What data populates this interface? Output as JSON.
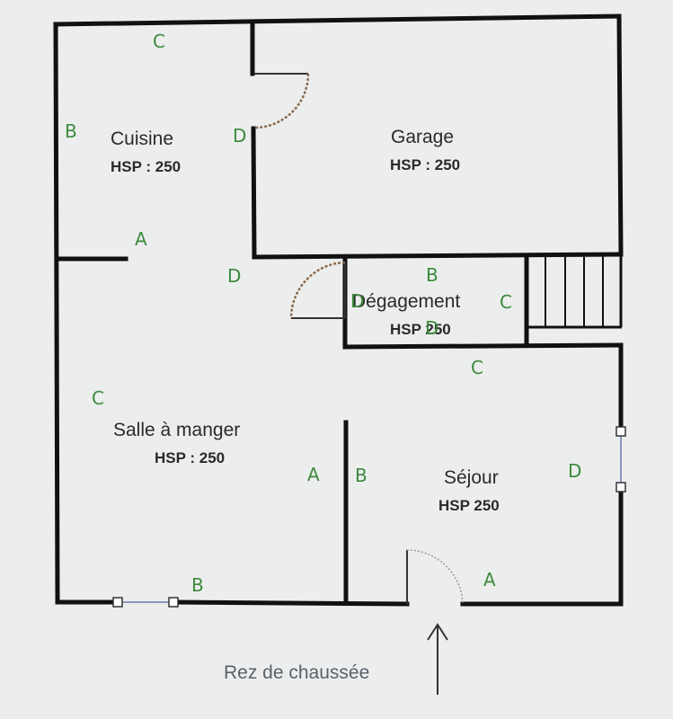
{
  "caption": "Rez de chaussée",
  "rooms": {
    "cuisine": {
      "name": "Cuisine",
      "hsp": "HSP : 250"
    },
    "garage": {
      "name": "Garage",
      "hsp": "HSP : 250"
    },
    "degagement": {
      "name": "Dégagement",
      "hsp": "HSP 250"
    },
    "salle": {
      "name": "Salle à manger",
      "hsp": "HSP : 250"
    },
    "sejour": {
      "name": "Séjour",
      "hsp": "HSP 250"
    }
  },
  "wall_labels": {
    "cuisine_top": "C",
    "cuisine_left": "B",
    "cuisine_right": "D",
    "cuisine_bottom": "A",
    "hall_d": "D",
    "deg_top": "B",
    "deg_left": "D",
    "deg_right": "C",
    "deg_bottom": "D",
    "sejour_top": "C",
    "sejour_left": "B",
    "sejour_right": "D",
    "sejour_bottom": "A",
    "salle_left": "C",
    "salle_right": "A",
    "salle_bottom": "B"
  },
  "colors": {
    "wall": "#111111",
    "label_green": "#3d8a3d",
    "background": "#eceeee"
  }
}
